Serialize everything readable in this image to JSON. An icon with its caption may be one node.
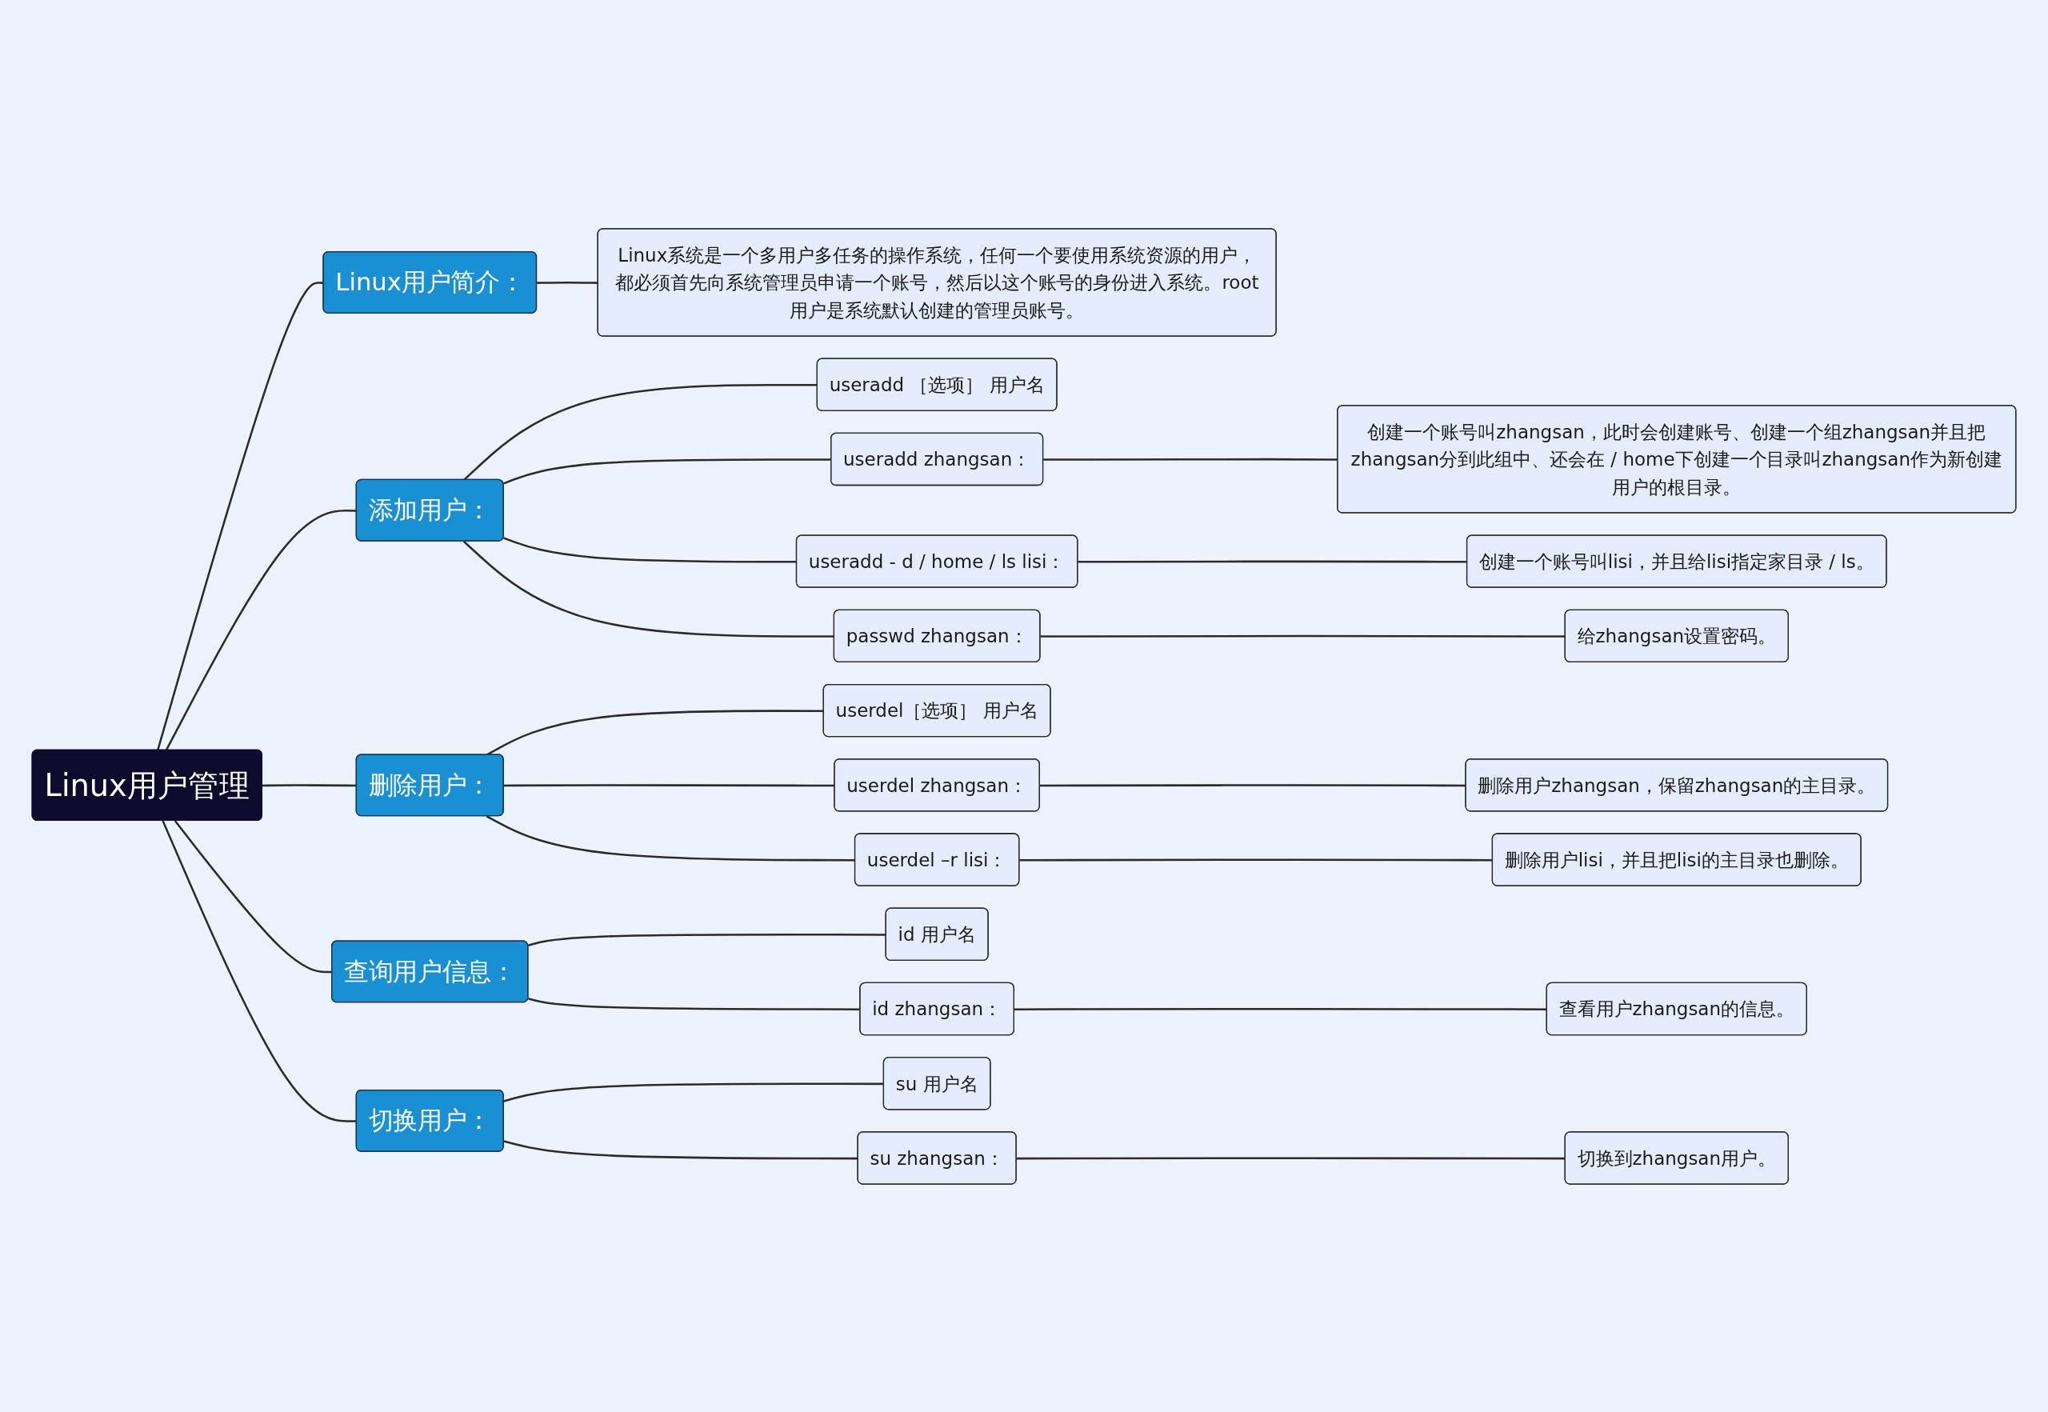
{
  "diagram": {
    "nodes": [
      {
        "text": [
          "Linux用户管理"
        ]
      },
      {
        "text": [
          "Linux用户简介："
        ]
      },
      {
        "text": [
          "Linux系统是一个多用户多任务的操作系统，任何一个要使用系统资源的用户，都必须首先向系统管理员申请一个账号，然后以这个账号的身份进入系统。root用户是系统默认创建的管理员账号。"
        ]
      },
      {
        "text": [
          "添加用户："
        ]
      },
      {
        "text": [
          "useradd ［选项］ 用户名"
        ]
      },
      {
        "text": [
          "useradd zhangsan："
        ]
      },
      {
        "text": [
          "创建一个账号叫zhangsan，此时会创建账号、创建一个组zhangsan并且把zhangsan分到此组中、还会在 / home下创建一个目录叫zhangsan作为新创建用户的根目录。"
        ]
      },
      {
        "text": [
          "useradd - d / home / ls lisi："
        ]
      },
      {
        "text": [
          "创建一个账号叫lisi，并且给lisi指定家目录 / ls。"
        ]
      },
      {
        "text": [
          "passwd zhangsan："
        ]
      },
      {
        "text": [
          "给zhangsan设置密码。"
        ]
      },
      {
        "text": [
          "删除用户："
        ]
      },
      {
        "text": [
          "userdel［选项］ 用户名"
        ]
      },
      {
        "text": [
          "userdel zhangsan："
        ]
      },
      {
        "text": [
          "删除用户zhangsan，保留zhangsan的主目录。"
        ]
      },
      {
        "text": [
          "userdel –r lisi："
        ]
      },
      {
        "text": [
          "删除用户lisi，并且把lisi的主目录也删除。"
        ]
      },
      {
        "text": [
          "查询用户信息："
        ]
      },
      {
        "text": [
          "id 用户名"
        ]
      },
      {
        "text": [
          "id zhangsan："
        ]
      },
      {
        "text": [
          "查看用户zhangsan的信息。"
        ]
      },
      {
        "text": [
          "切换用户："
        ]
      },
      {
        "text": [
          "su 用户名"
        ]
      },
      {
        "text": [
          "su zhangsan："
        ]
      },
      {
        "text": [
          "切换到zhangsan用户。"
        ]
      }
    ],
    "edges": [
      {
        "from": 0,
        "to": 1,
        "arrow": "none"
      },
      {
        "from": 1,
        "to": 2,
        "arrow": "none"
      },
      {
        "from": 0,
        "to": 3,
        "arrow": "none"
      },
      {
        "from": 3,
        "to": 4,
        "arrow": "none"
      },
      {
        "from": 3,
        "to": 5,
        "arrow": "none"
      },
      {
        "from": 5,
        "to": 6,
        "arrow": "none"
      },
      {
        "from": 3,
        "to": 7,
        "arrow": "none"
      },
      {
        "from": 7,
        "to": 8,
        "arrow": "none"
      },
      {
        "from": 3,
        "to": 9,
        "arrow": "none"
      },
      {
        "from": 9,
        "to": 10,
        "arrow": "none"
      },
      {
        "from": 0,
        "to": 11,
        "arrow": "none"
      },
      {
        "from": 11,
        "to": 12,
        "arrow": "none"
      },
      {
        "from": 11,
        "to": 13,
        "arrow": "none"
      },
      {
        "from": 13,
        "to": 14,
        "arrow": "none"
      },
      {
        "from": 11,
        "to": 15,
        "arrow": "none"
      },
      {
        "from": 15,
        "to": 16,
        "arrow": "none"
      },
      {
        "from": 0,
        "to": 17,
        "arrow": "none"
      },
      {
        "from": 17,
        "to": 18,
        "arrow": "none"
      },
      {
        "from": 17,
        "to": 19,
        "arrow": "none"
      },
      {
        "from": 19,
        "to": 20,
        "arrow": "none"
      },
      {
        "from": 0,
        "to": 21,
        "arrow": "none"
      },
      {
        "from": 21,
        "to": 22,
        "arrow": "none"
      },
      {
        "from": 21,
        "to": 23,
        "arrow": "none"
      },
      {
        "from": 23,
        "to": 24,
        "arrow": "none"
      }
    ]
  }
}
